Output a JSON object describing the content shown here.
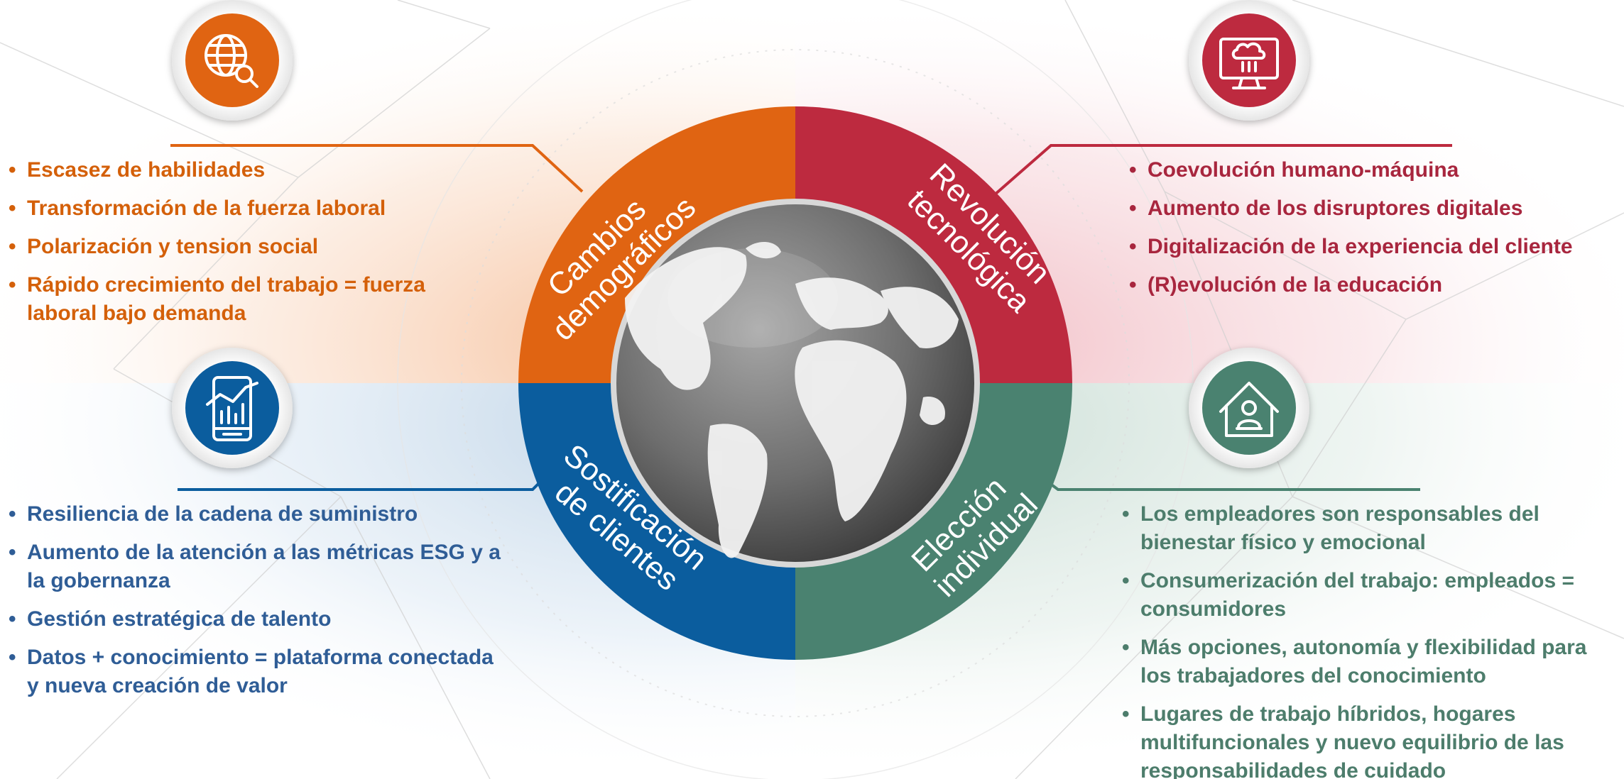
{
  "colors": {
    "orange": "#e06412",
    "red": "#bd2a3f",
    "blue": "#0b5d9e",
    "green": "#4a8270"
  },
  "segments": {
    "top_left": {
      "line1": "Cambios",
      "line2": "demográficos"
    },
    "top_right": {
      "line1": "Revolución",
      "line2": "tecnológica"
    },
    "bottom_left": {
      "line1": "Sostificación",
      "line2": "de clientes"
    },
    "bottom_right": {
      "line1": "Elección",
      "line2": "individual"
    }
  },
  "icons": {
    "top_left": "globe-search-icon",
    "top_right": "cloud-computer-icon",
    "bottom_left": "mobile-analytics-icon",
    "bottom_right": "home-office-icon",
    "center": "world-globe-icon"
  },
  "lists": {
    "top_left": [
      "Escasez de habilidades",
      "Transformación de la fuerza laboral",
      "Polarización y tension social",
      "Rápido crecimiento del trabajo = fuerza laboral bajo demanda"
    ],
    "top_right": [
      "Coevolución humano-máquina",
      "Aumento de los disruptores digitales",
      "Digitalización de la experiencia del cliente",
      "(R)evolución de la educación"
    ],
    "bottom_left": [
      "Resiliencia de la cadena de suministro",
      "Aumento de la atención a las métricas ESG y a la gobernanza",
      "Gestión estratégica de talento",
      "Datos + conocimiento = plataforma conectada y nueva creación de valor"
    ],
    "bottom_right": [
      "Los empleadores son responsables del bienestar físico y emocional",
      "Consumerización del trabajo: empleados = consumidores",
      "Más opciones, autonomía y flexibilidad para los trabajadores del conocimiento",
      "Lugares de trabajo híbridos, hogares multifuncionales y nuevo equilibrio de las responsabilidades de cuidado"
    ]
  }
}
